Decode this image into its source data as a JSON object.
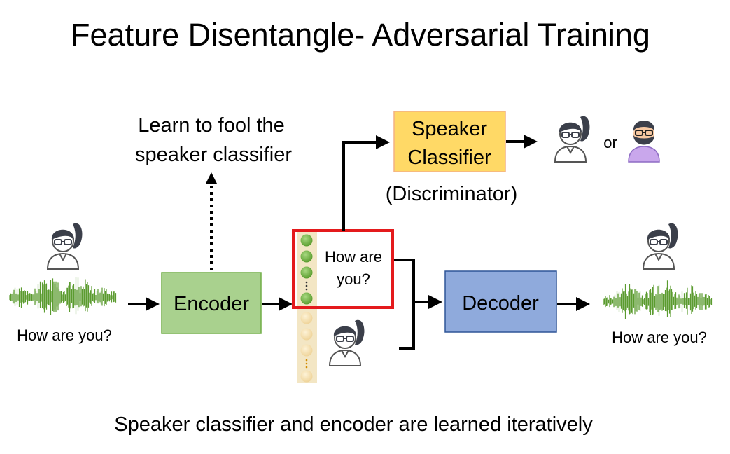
{
  "title": "Feature Disentangle- Adversarial Training",
  "hint": {
    "line1": "Learn to fool the",
    "line2": "speaker classifier"
  },
  "speaker_classifier": {
    "line1": "Speaker",
    "line2": "Classifier",
    "sublabel": "(Discriminator)"
  },
  "or_text": "or",
  "encoder": {
    "label": "Encoder"
  },
  "decoder": {
    "label": "Decoder"
  },
  "content_text": {
    "line1": "How are",
    "line2": "you?"
  },
  "input_caption": "How are you?",
  "output_caption": "How are you?",
  "footer": "Speaker classifier and encoder are learned iteratively",
  "colors": {
    "encoder_fill": "#a9d18e",
    "encoder_stroke": "#70ad47",
    "decoder_fill": "#8faadc",
    "decoder_stroke": "#2f5597",
    "classifier_fill": "#ffd966",
    "classifier_stroke": "#f4b183",
    "highlight": "#e41a1c",
    "waveform": "#5b9b2f",
    "content_dot": "#70ad47",
    "speaker_dot": "#f3d9a0"
  }
}
